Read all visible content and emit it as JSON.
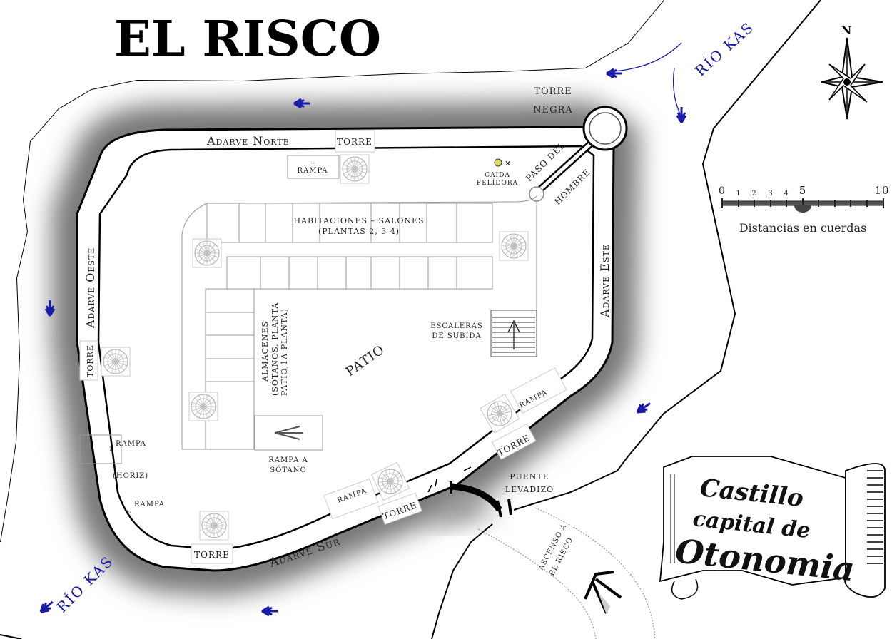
{
  "title": "EL RISCO",
  "river_labels": [
    "RÍO KAS",
    "RÍO KAS"
  ],
  "compass": {
    "north_label": "N",
    "icon": "compass-rose-icon"
  },
  "scale": {
    "ticks": [
      "0",
      "1",
      "2",
      "3",
      "4",
      "5",
      "10"
    ],
    "caption": "Distancias en cuerdas"
  },
  "walls": {
    "north": "Adarve Norte",
    "west": "Adarve Oeste",
    "east": "Adarve Este",
    "south": "Adarve Sur"
  },
  "towers": {
    "black_tower_line1": "TORRE",
    "black_tower_line2": "NEGRA",
    "tower_label": "TORRE"
  },
  "features": {
    "paso_line1": "PASO DEL",
    "paso_line2": "HOMBRE",
    "caida_line1": "CAÍDA",
    "caida_line2": "FELÍDORA",
    "habitaciones_line1": "HABITACIONES – SALONES",
    "habitaciones_line2": "(PLANTAS 2, 3 4)",
    "almacenes_line1": "ALMACENES",
    "almacenes_line2": "(SÓTANOS, PLANTA",
    "almacenes_line3": "PATIO,1A PLANTA)",
    "patio": "PATIO",
    "escaleras_line1": "ESCALERAS",
    "escaleras_line2": "DE SUBÍDA",
    "rampa": "RAMPA",
    "horiz": "(HORIZ)",
    "rampa_sotano_line1": "RAMPA A",
    "rampa_sotano_line2": "SÓTANO",
    "puente_line1": "PUENTE",
    "puente_line2": "LEVADIZO",
    "ascenso_line1": "ASCENSO A",
    "ascenso_line2": "EL RISCO"
  },
  "banner": {
    "line1": "Castillo",
    "line2": "capital de",
    "line3": "Otonomia"
  },
  "colors": {
    "river_arrow": "#1a1aa8",
    "ink": "#000000"
  }
}
